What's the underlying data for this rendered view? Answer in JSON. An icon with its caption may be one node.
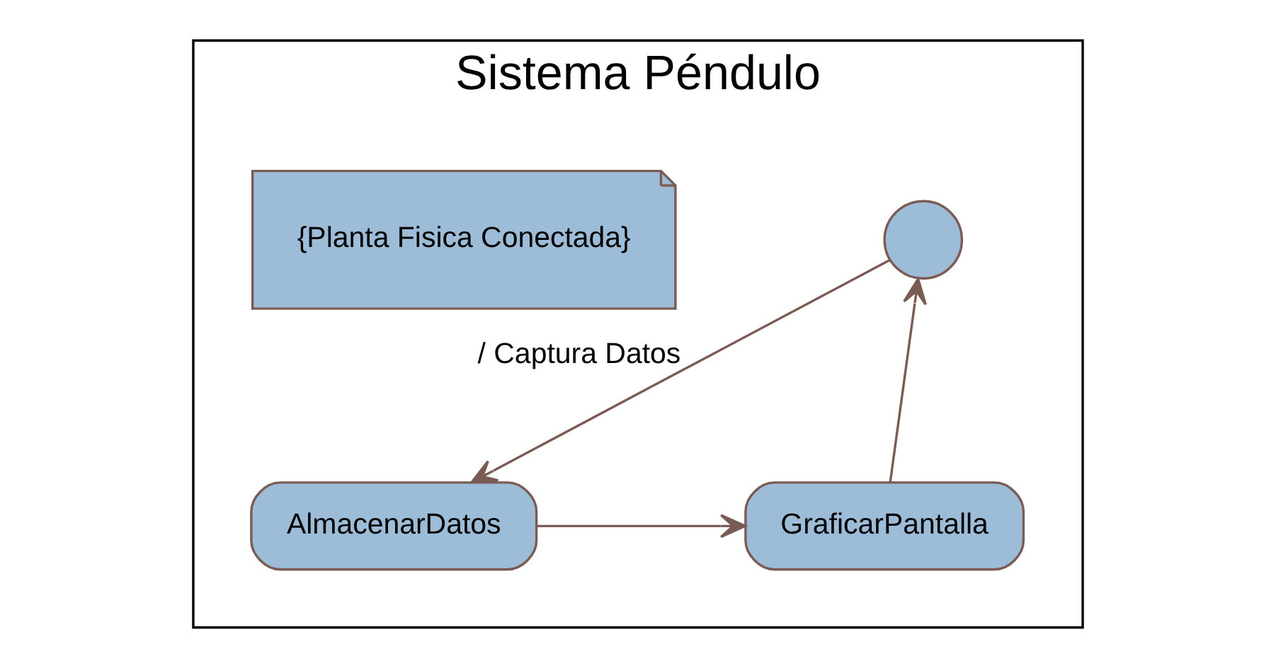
{
  "diagram": {
    "nodes": [
      {
        "text": [
          "Sistema Péndulo"
        ]
      },
      {
        "text": [],
        "shape": "circle",
        "in": 0
      },
      {
        "text": [
          "AlmacenarDatos"
        ],
        "in": 0
      },
      {
        "text": [
          "GraficarPantalla"
        ],
        "in": 0
      },
      {
        "text": [
          "{Planta Fisica Conectada}"
        ],
        "in": 0
      }
    ],
    "edges": [
      {
        "from": 1,
        "to": 2,
        "arrow": "to",
        "label": "/ Captura Datos"
      },
      {
        "from": 2,
        "to": 3,
        "arrow": "to"
      },
      {
        "from": 3,
        "to": 1,
        "arrow": "to"
      }
    ]
  }
}
